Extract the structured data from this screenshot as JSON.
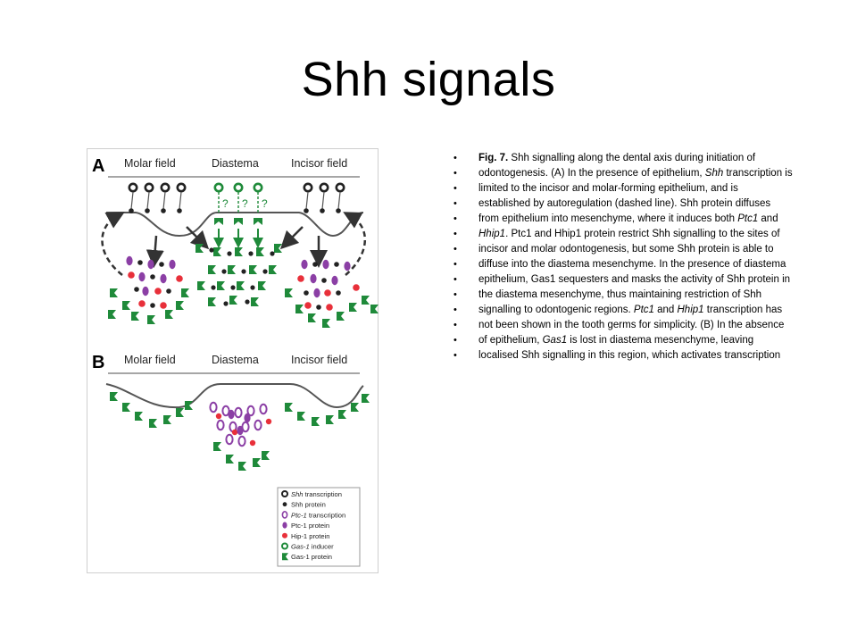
{
  "slide": {
    "title": "Shh signals"
  },
  "figure": {
    "panel_a": {
      "letter": "A",
      "labels": [
        "Molar field",
        "Diastema",
        "Incisor field"
      ],
      "question_marks": [
        "?",
        "?",
        "?"
      ]
    },
    "panel_b": {
      "letter": "B",
      "labels": [
        "Molar field",
        "Diastema",
        "Incisor field"
      ]
    },
    "legend": [
      {
        "text": "Shh transcription",
        "italic": "Shh",
        "rest": " transcription",
        "marker": "open-black"
      },
      {
        "text": "Shh protein",
        "italic": "",
        "rest": "Shh protein",
        "marker": "black-dot"
      },
      {
        "text": "Ptc-1 transcription",
        "italic": "Ptc-1",
        "rest": " transcription",
        "marker": "open-purple"
      },
      {
        "text": "Ptc-1 protein",
        "italic": "",
        "rest": "Ptc-1 protein",
        "marker": "purple-dot"
      },
      {
        "text": "Hip-1 protein",
        "italic": "",
        "rest": "Hip-1 protein",
        "marker": "red-dot"
      },
      {
        "text": "Gas-1 inducer",
        "italic": "Gas-1",
        "rest": " inducer",
        "marker": "open-green"
      },
      {
        "text": "Gas-1 protein",
        "italic": "",
        "rest": "Gas-1 protein",
        "marker": "green-k"
      }
    ],
    "colors": {
      "shh": "#222222",
      "ptc": "#8b3fa5",
      "hip": "#e8303a",
      "gas": "#1f8a3a",
      "line": "#555555"
    }
  },
  "bullets": [
    {
      "bold": "Fig. 7.",
      "parts": [
        {
          "t": " Shh signalling along the dental axis during initiation of"
        }
      ]
    },
    {
      "bold": "",
      "parts": [
        {
          "t": "odontogenesis. (A) In the presence of epithelium, "
        },
        {
          "t": "Shh",
          "i": true
        },
        {
          "t": " transcription is"
        }
      ]
    },
    {
      "bold": "",
      "parts": [
        {
          "t": "limited to the incisor and molar-forming epithelium, and is"
        }
      ]
    },
    {
      "bold": "",
      "parts": [
        {
          "t": "established by autoregulation (dashed line). Shh protein diffuses"
        }
      ]
    },
    {
      "bold": "",
      "parts": [
        {
          "t": "from epithelium into mesenchyme, where it induces both "
        },
        {
          "t": "Ptc1",
          "i": true
        },
        {
          "t": " and"
        }
      ]
    },
    {
      "bold": "",
      "parts": [
        {
          "t": "Hhip1",
          "i": true
        },
        {
          "t": ". Ptc1 and Hhip1 protein restrict Shh signalling to the sites of"
        }
      ]
    },
    {
      "bold": "",
      "parts": [
        {
          "t": "incisor and molar odontogenesis, but some Shh protein is able to"
        }
      ]
    },
    {
      "bold": "",
      "parts": [
        {
          "t": "diffuse into the diastema mesenchyme. In the presence of diastema"
        }
      ]
    },
    {
      "bold": "",
      "parts": [
        {
          "t": "epithelium, Gas1 sequesters and masks the activity of Shh protein in"
        }
      ]
    },
    {
      "bold": "",
      "parts": [
        {
          "t": "the diastema mesenchyme, thus maintaining restriction of Shh"
        }
      ]
    },
    {
      "bold": "",
      "parts": [
        {
          "t": "signalling to odontogenic regions. "
        },
        {
          "t": "Ptc1",
          "i": true
        },
        {
          "t": " and "
        },
        {
          "t": "Hhip1",
          "i": true
        },
        {
          "t": " transcription has"
        }
      ]
    },
    {
      "bold": "",
      "parts": [
        {
          "t": "not been shown in the tooth germs for simplicity. (B) In the absence"
        }
      ]
    },
    {
      "bold": "",
      "parts": [
        {
          "t": "of epithelium, "
        },
        {
          "t": "Gas1",
          "i": true
        },
        {
          "t": " is lost in diastema mesenchyme, leaving"
        }
      ]
    },
    {
      "bold": "",
      "parts": [
        {
          "t": "localised Shh signalling in this region, which activates transcription"
        }
      ]
    }
  ]
}
